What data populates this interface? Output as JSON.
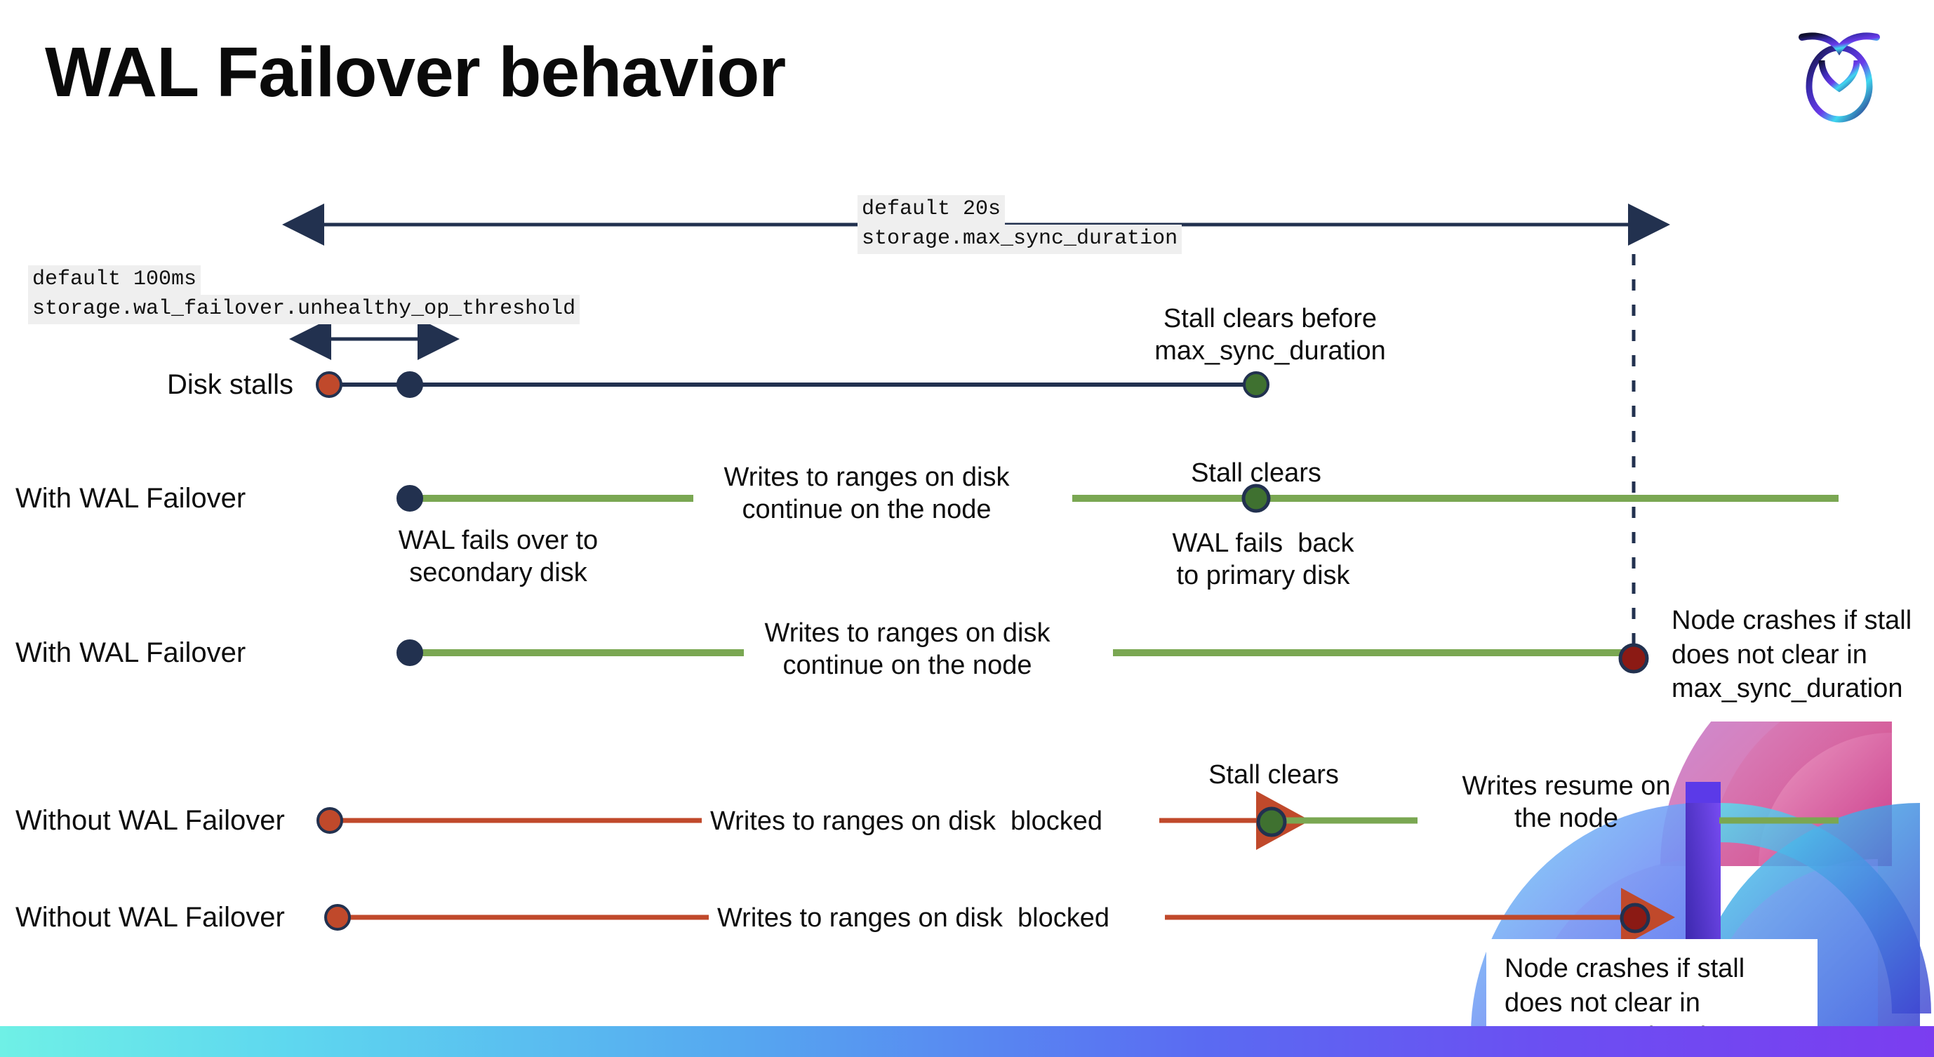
{
  "slide": {
    "title": "WAL Failover behavior",
    "logo_name": "cockroachdb-logo"
  },
  "settings": {
    "max_sync": {
      "default": "default 20s",
      "name": "storage.max_sync_duration"
    },
    "unhealthy": {
      "default": "default 100ms",
      "name": "storage.wal_failover.unhealthy_op_threshold"
    }
  },
  "rows": [
    {
      "label": "Disk stalls",
      "annotations": [
        "Stall clears before\nmax_sync_duration"
      ]
    },
    {
      "label": "With WAL Failover",
      "annotations": [
        "Writes to ranges on disk\ncontinue on the node",
        "WAL fails over to\nsecondary disk",
        "Stall clears",
        "WAL fails  back\nto primary disk"
      ]
    },
    {
      "label": "With WAL Failover",
      "annotations": [
        "Writes to ranges on disk\ncontinue on the node",
        "Node crashes if stall\ndoes not clear in\nmax_sync_duration"
      ]
    },
    {
      "label": "Without WAL Failover",
      "annotations": [
        "Writes to ranges on disk  blocked",
        "Stall clears",
        "Writes resume on\nthe node"
      ]
    },
    {
      "label": "Without WAL Failover",
      "annotations": [
        "Writes to ranges on disk  blocked",
        "Node crashes if stall\ndoes not clear in\nmax_sync_duration"
      ]
    }
  ],
  "colors": {
    "navy": "#22314f",
    "orange": "#c0492b",
    "green_line": "#7aa752",
    "green_dot": "#3f7130",
    "dark_red": "#8b1a14",
    "text": "#0d0d0d",
    "code_bg": "#efefef",
    "band_start": "#6ff0e6",
    "band_end": "#7b3df0"
  }
}
